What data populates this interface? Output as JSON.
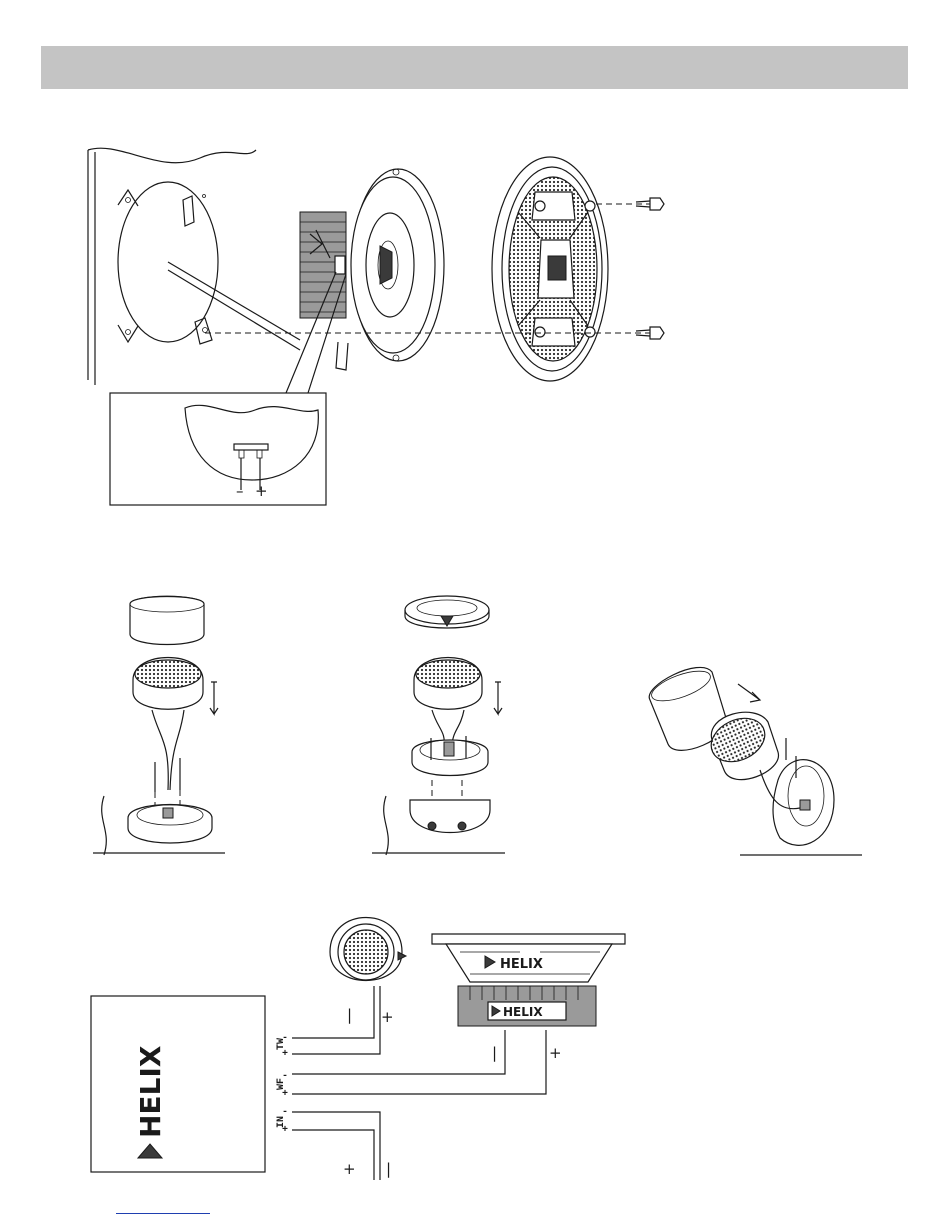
{
  "brand": {
    "logo_text": "HELIX"
  },
  "woofer_detail": {
    "minus": "–",
    "plus": "+"
  },
  "wiring": {
    "terminals": {
      "tw": {
        "label": "TW",
        "minus": "-",
        "plus": "+"
      },
      "wf": {
        "label": "WF",
        "minus": "-",
        "plus": "+"
      },
      "in": {
        "label": "IN",
        "minus": "-",
        "plus": "+"
      }
    },
    "tweeter_signs": {
      "minus": "|",
      "plus": "+"
    },
    "woofer_signs": {
      "minus": "|",
      "plus": "+"
    },
    "input_signs": {
      "plus": "+",
      "minus": "|"
    }
  },
  "colors": {
    "header_bar": "#c4c4c4",
    "ink": "#1a1a1a",
    "link_underline": "#1f3fb0"
  }
}
